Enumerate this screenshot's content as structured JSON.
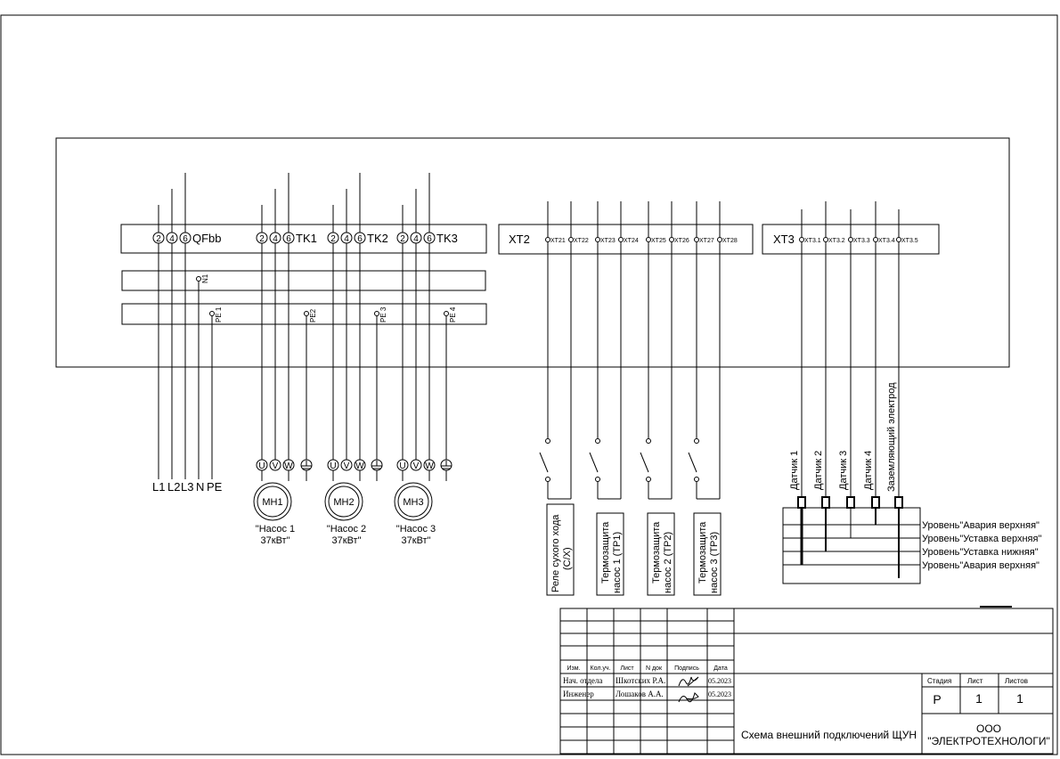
{
  "breaker": {
    "label": "QFbb",
    "pins": [
      "2",
      "4",
      "6"
    ]
  },
  "contactors": [
    {
      "label": "TK1",
      "pins": [
        "2",
        "4",
        "6"
      ]
    },
    {
      "label": "TK2",
      "pins": [
        "2",
        "4",
        "6"
      ]
    },
    {
      "label": "TK3",
      "pins": [
        "2",
        "4",
        "6"
      ]
    }
  ],
  "neutral_terminal": "N1",
  "pe_terminals": [
    "PE 1",
    "PE2",
    "PE 3",
    "PE 4"
  ],
  "supply_labels": [
    "L1",
    "L2",
    "L3",
    "N",
    "PE"
  ],
  "motor_terminals": [
    "U",
    "V",
    "W"
  ],
  "motors": [
    {
      "id": "MH1",
      "name": "\"Насос 1",
      "power": "37кВт\""
    },
    {
      "id": "MH2",
      "name": "\"Насос 2",
      "power": "37кВт\""
    },
    {
      "id": "MH3",
      "name": "\"Насос 3",
      "power": "37кВт\""
    }
  ],
  "xt2": {
    "label": "XT2",
    "terminals": [
      "XT21",
      "XT22",
      "XT23",
      "XT24",
      "XT25",
      "XT26",
      "XT27",
      "XT28"
    ],
    "devices": [
      {
        "line1": "Реле  сухого хода",
        "line2": "(С/Х)"
      },
      {
        "line1": "Термозащита",
        "line2": "насос 1 (ТР1)"
      },
      {
        "line1": "Термозащита",
        "line2": "насос 2 (ТР2)"
      },
      {
        "line1": "Термозащита",
        "line2": "насос 3 (ТР3)"
      }
    ]
  },
  "xt3": {
    "label": "XT3",
    "terminals": [
      "XT3.1",
      "XT3.2",
      "XT3.3",
      "XT3.4",
      "XT3.5"
    ],
    "sensors": [
      "Датчик 1",
      "Датчик 2",
      "Датчик 3",
      "Датчик 4",
      "Заземляющий электрод"
    ],
    "levels": [
      "Уровень\"Авария верхняя\"",
      "Уровень\"Уставка верхняя\"",
      "Уровень\"Уставка нижняя\"",
      "Уровень\"Авария верхняя\""
    ]
  },
  "title_block": {
    "headers": [
      "Изм.",
      "Кол.уч.",
      "Лист",
      "N док",
      "Подпись",
      "Дата"
    ],
    "rows": [
      {
        "role": "Нач. отдела",
        "name": "Шкотских Р.А.",
        "date": "05.2023"
      },
      {
        "role": "Инженер",
        "name": "Лошаков А.А.",
        "date": "05.2023"
      }
    ],
    "stage_header": "Стадия",
    "sheet_header": "Лист",
    "sheets_header": "Листов",
    "stage": "Р",
    "sheet": "1",
    "sheets": "1",
    "title": "Схема внешний подключений ЩУН",
    "company_line1": "ООО",
    "company_line2": "\"ЭЛЕКТРОТЕХНОЛОГИ\""
  }
}
